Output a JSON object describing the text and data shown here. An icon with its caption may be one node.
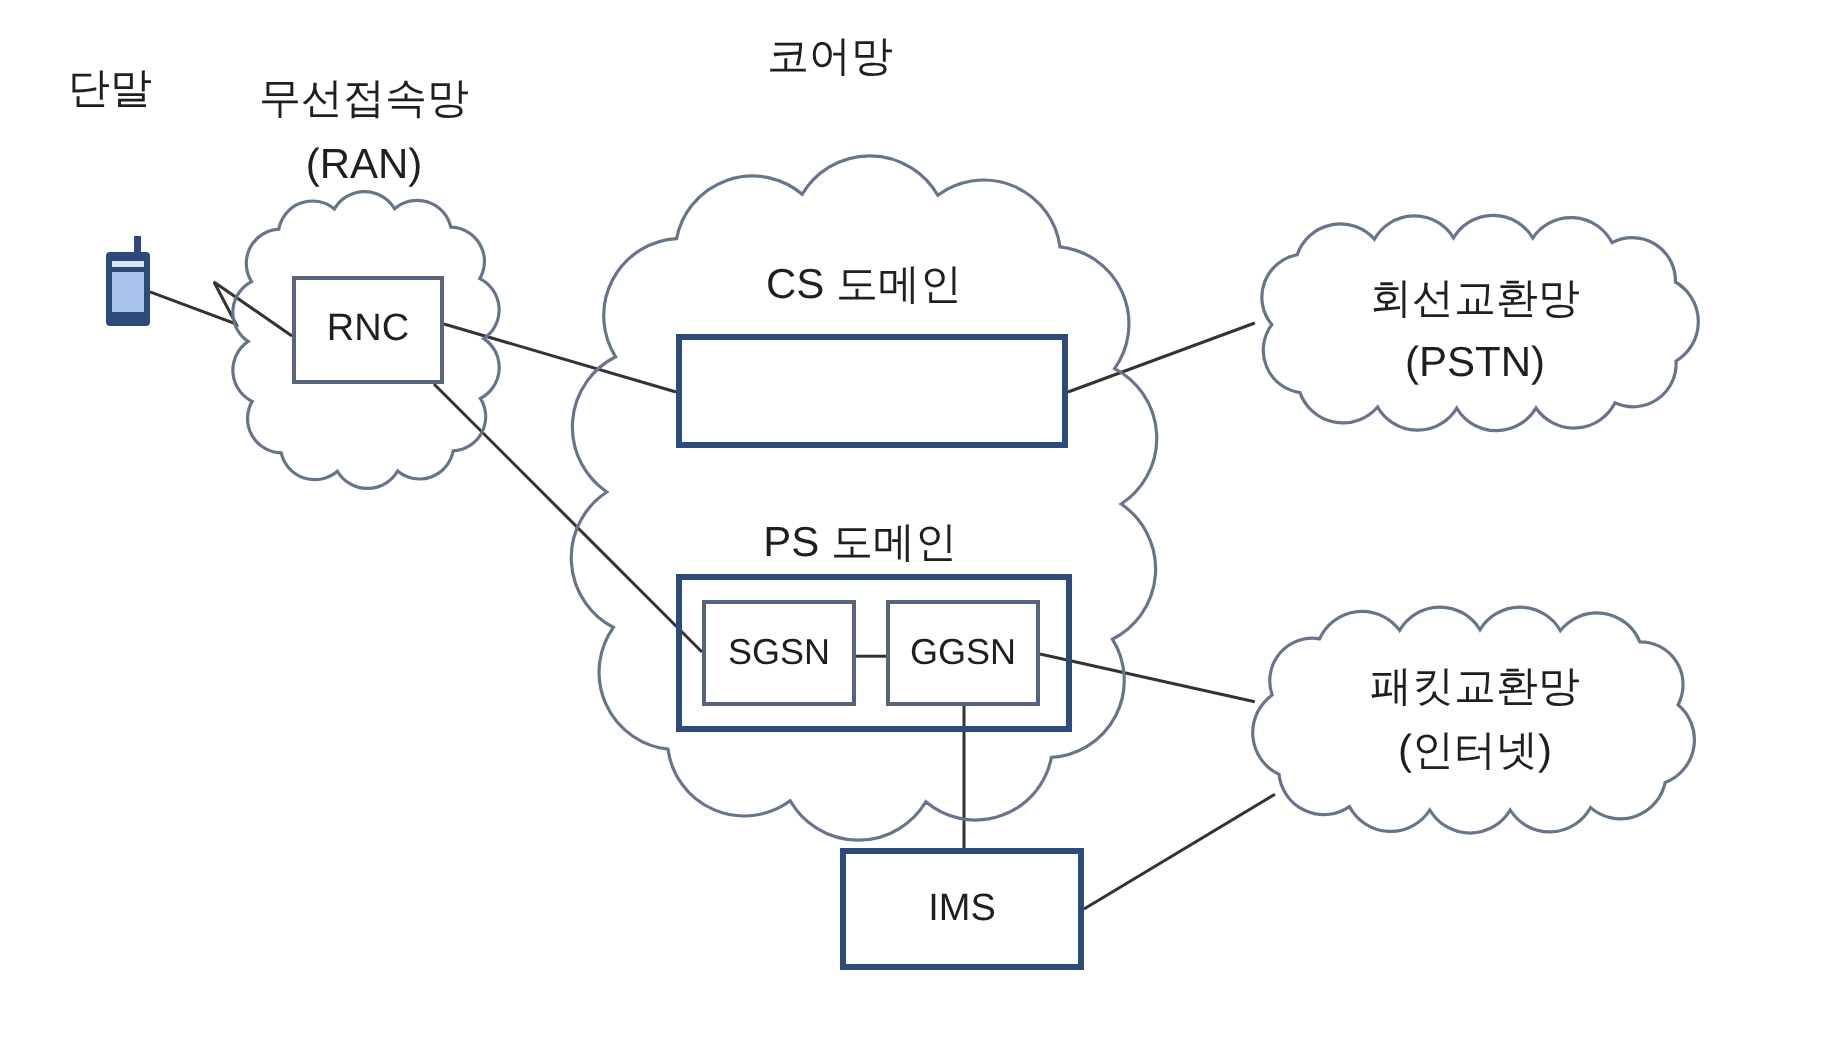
{
  "diagram": {
    "nodes": [
      {
        "text": [],
        "shape": "picture",
        "beside": [
          "단말"
        ]
      },
      {
        "text": [
          "무선접속망 (RAN)"
        ]
      },
      {
        "text": [
          "RNC"
        ],
        "in": 1
      },
      {
        "text": [
          "코어망"
        ]
      },
      {
        "text": [
          "CS 도메인"
        ],
        "in": 3
      },
      {
        "text": [
          "PS 도메인"
        ],
        "in": 3
      },
      {
        "text": [
          "SGSN"
        ],
        "in": 5
      },
      {
        "text": [
          "GGSN"
        ],
        "in": 5
      },
      {
        "text": [
          "회선교환망 (PSTN)"
        ]
      },
      {
        "text": [
          "패킷교환망 (인터넷)"
        ]
      },
      {
        "text": [
          "IMS"
        ]
      }
    ],
    "edges": [
      {
        "from": 0,
        "to": 2,
        "arrow": "none"
      },
      {
        "from": 2,
        "to": 4,
        "arrow": "none"
      },
      {
        "from": 2,
        "to": 6,
        "arrow": "none"
      },
      {
        "from": 4,
        "to": 8,
        "arrow": "none"
      },
      {
        "from": 6,
        "to": 7,
        "arrow": "none"
      },
      {
        "from": 7,
        "to": 9,
        "arrow": "none"
      },
      {
        "from": 7,
        "to": 10,
        "arrow": "none"
      },
      {
        "from": 10,
        "to": 9,
        "arrow": "none"
      }
    ]
  }
}
